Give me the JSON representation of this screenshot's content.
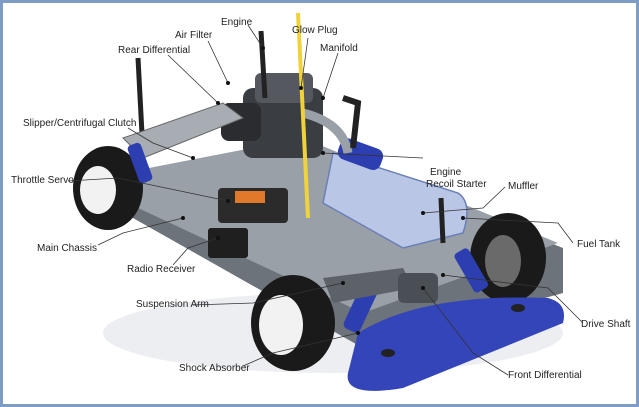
{
  "labels": {
    "engine": "Engine",
    "air_filter": "Air Filter",
    "glow_plug": "Glow Plug",
    "manifold": "Manifold",
    "rear_differential": "Rear Differential",
    "slipper_clutch": "Slipper/Centrifugal Clutch",
    "throttle_servo": "Throttle Servo",
    "engine_recoil_starter_line1": "Engine",
    "engine_recoil_starter_line2": "Recoil Starter",
    "muffler": "Muffler",
    "fuel_tank": "Fuel Tank",
    "main_chassis": "Main Chassis",
    "radio_receiver": "Radio Receiver",
    "suspension_arm": "Suspension Arm",
    "drive_shaft": "Drive Shaft",
    "shock_absorber": "Shock Absorber",
    "front_differential": "Front Differential"
  },
  "colors": {
    "frame_border": "#7f9cc4",
    "label_text": "#222222",
    "leader_line": "#333333",
    "tire": "#1a1a1a",
    "wheel_rim": "#f2f2f2",
    "shock_blue": "#2d3fb0",
    "bumper_blue": "#3345b8",
    "chassis_grey": "#8a8f96",
    "antenna_yellow": "#f0d23a",
    "fuel_tank_blue": "#b9c6e6"
  }
}
